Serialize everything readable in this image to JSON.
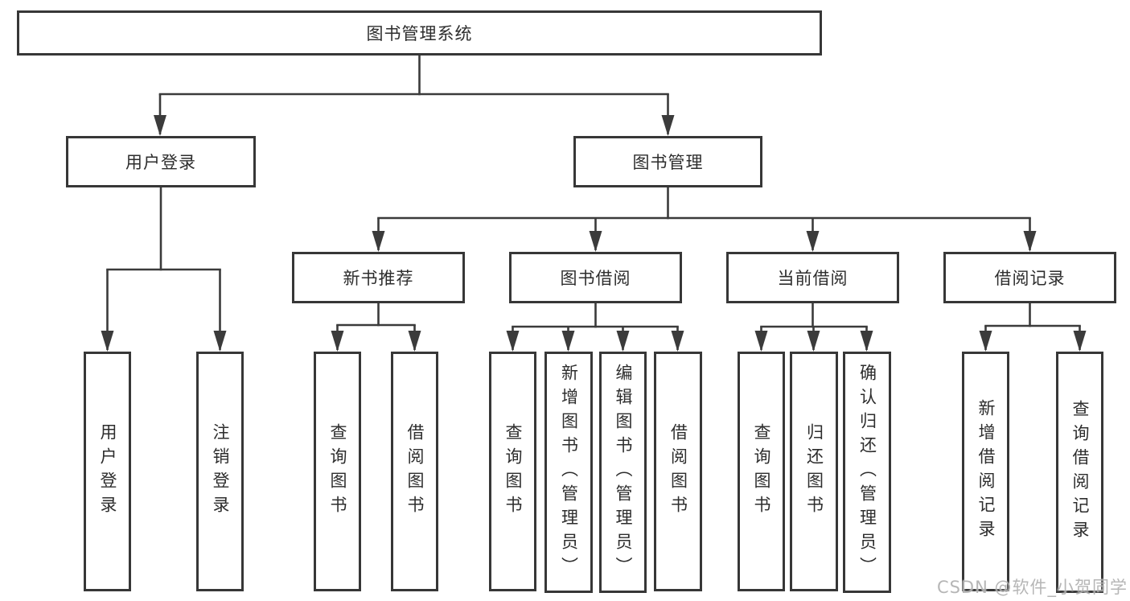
{
  "diagram": {
    "title": "图书管理系统",
    "watermark": "CSDN @软件_小贺同学",
    "colors": {
      "background": "#ffffff",
      "line": "#3b3b3b",
      "box_border": "#373737",
      "text": "#2d2d2d",
      "watermark": "#b0b0b0"
    },
    "nodes": {
      "root": "图书管理系统",
      "login": "用户登录",
      "mgmt": "图书管理",
      "recommend": "新书推荐",
      "borrow": "图书借阅",
      "current": "当前借阅",
      "records": "借阅记录",
      "login_user": "用户登录",
      "login_logout": "注销登录",
      "rec_query": "查询图书",
      "rec_borrow": "借阅图书",
      "bb_query": "查询图书",
      "bb_add": "新增图书（管理员）",
      "bb_edit": "编辑图书（管理员）",
      "bb_borrow": "借阅图书",
      "cb_query": "查询图书",
      "cb_return": "归还图书",
      "cb_confirm": "确认归还（管理员）",
      "br_add": "新增借阅记录",
      "br_query": "查询借阅记录"
    },
    "edges": [
      {
        "parent": "root",
        "children": [
          "login",
          "mgmt"
        ]
      },
      {
        "parent": "login",
        "children": [
          "login_user",
          "login_logout"
        ]
      },
      {
        "parent": "mgmt",
        "children": [
          "recommend",
          "borrow",
          "current",
          "records"
        ]
      },
      {
        "parent": "recommend",
        "children": [
          "rec_query",
          "rec_borrow"
        ]
      },
      {
        "parent": "borrow",
        "children": [
          "bb_query",
          "bb_add",
          "bb_edit",
          "bb_borrow"
        ]
      },
      {
        "parent": "current",
        "children": [
          "cb_query",
          "cb_return",
          "cb_confirm"
        ]
      },
      {
        "parent": "records",
        "children": [
          "br_add",
          "br_query"
        ]
      }
    ]
  }
}
